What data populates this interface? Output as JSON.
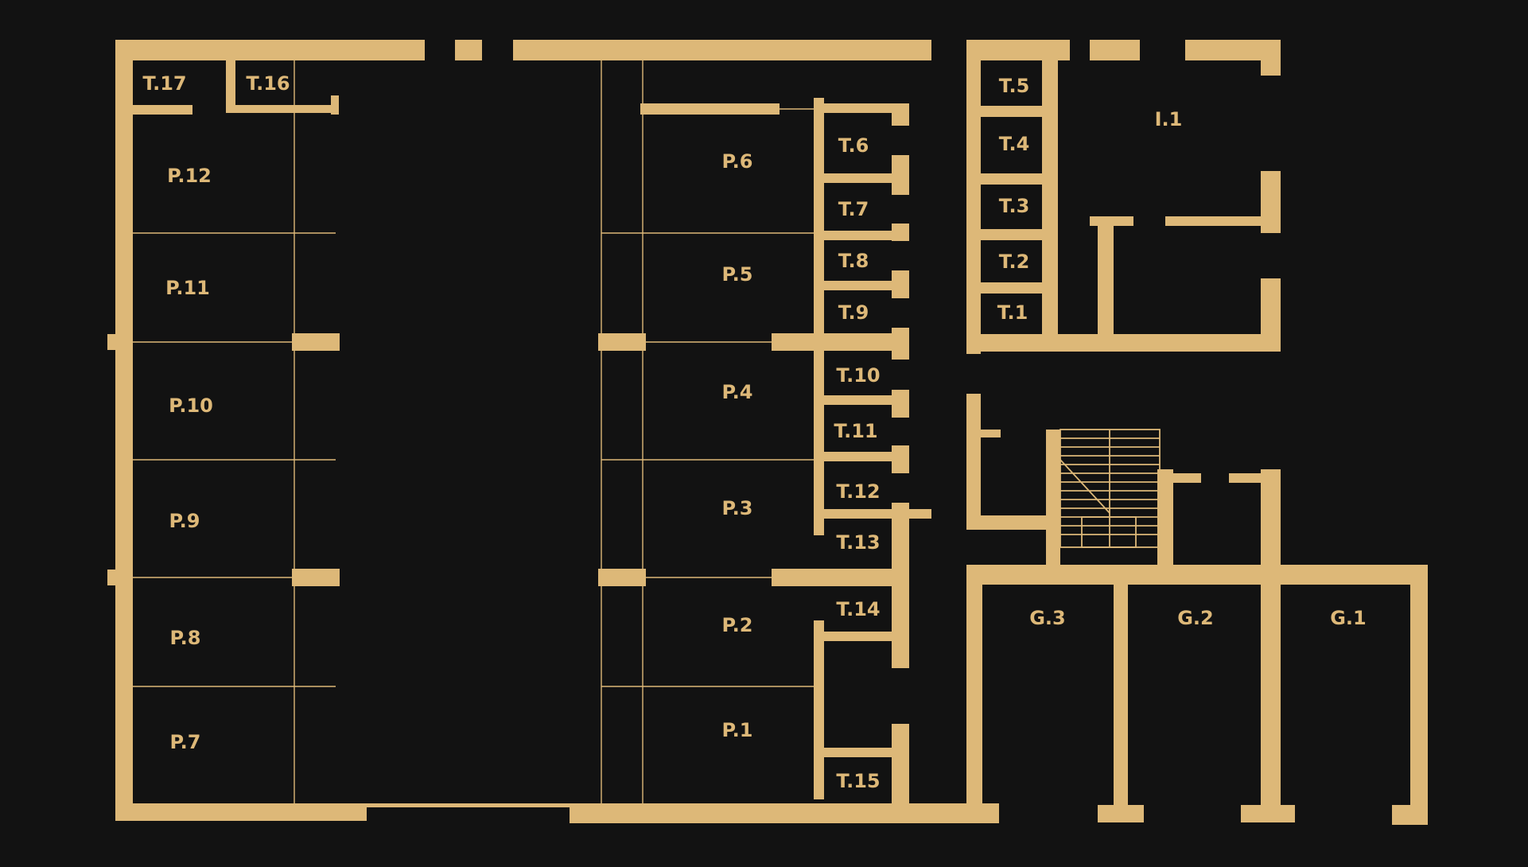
{
  "colors": {
    "background": "#121212",
    "wall": "#DDB878"
  },
  "rooms": [
    {
      "id": "T.17"
    },
    {
      "id": "T.16"
    },
    {
      "id": "P.12"
    },
    {
      "id": "P.11"
    },
    {
      "id": "P.10"
    },
    {
      "id": "P.9"
    },
    {
      "id": "P.8"
    },
    {
      "id": "P.7"
    },
    {
      "id": "P.6"
    },
    {
      "id": "P.5"
    },
    {
      "id": "P.4"
    },
    {
      "id": "P.3"
    },
    {
      "id": "P.2"
    },
    {
      "id": "P.1"
    },
    {
      "id": "T.6"
    },
    {
      "id": "T.7"
    },
    {
      "id": "T.8"
    },
    {
      "id": "T.9"
    },
    {
      "id": "T.10"
    },
    {
      "id": "T.11"
    },
    {
      "id": "T.12"
    },
    {
      "id": "T.13"
    },
    {
      "id": "T.14"
    },
    {
      "id": "T.15"
    },
    {
      "id": "T.5"
    },
    {
      "id": "T.4"
    },
    {
      "id": "T.3"
    },
    {
      "id": "T.2"
    },
    {
      "id": "T.1"
    },
    {
      "id": "I.1"
    },
    {
      "id": "G.3"
    },
    {
      "id": "G.2"
    },
    {
      "id": "G.1"
    }
  ]
}
